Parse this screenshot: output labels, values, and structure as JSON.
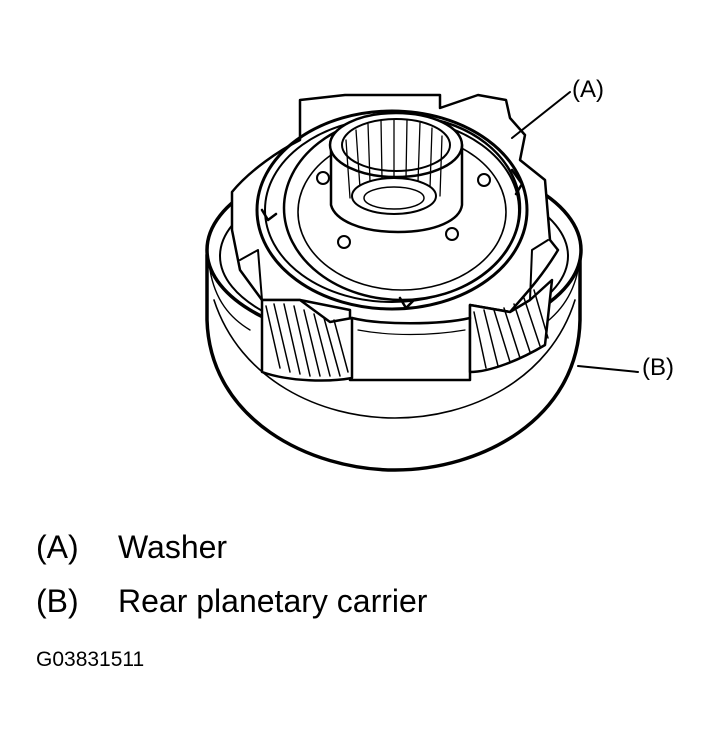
{
  "callouts": {
    "a": "(A)",
    "b": "(B)"
  },
  "legend": [
    {
      "key": "(A)",
      "text": "Washer"
    },
    {
      "key": "(B)",
      "text": "Rear planetary carrier"
    }
  ],
  "figure_code": "G03831511"
}
